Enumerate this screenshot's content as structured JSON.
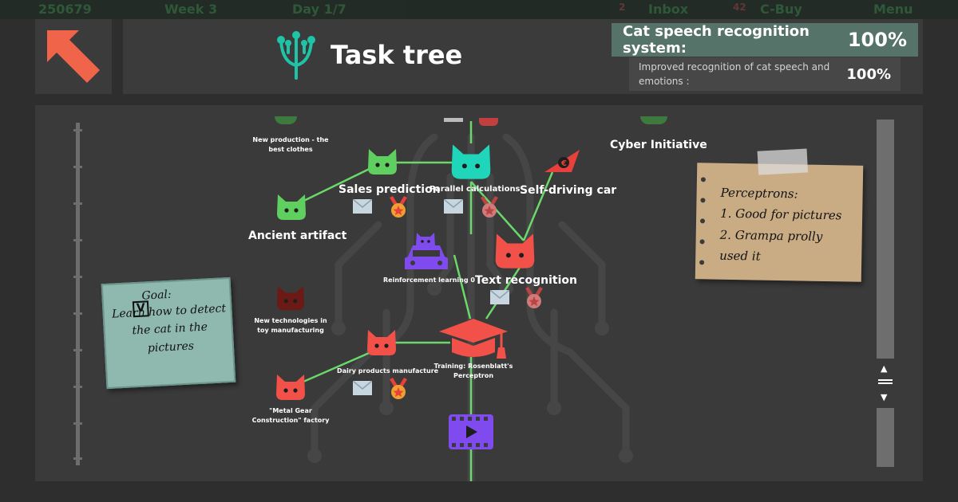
{
  "background_hud": {
    "money": "250679",
    "week": "Week 3",
    "day": "Day 1/7",
    "inbox_count": "2",
    "inbox_label": "Inbox",
    "shop_count": "42",
    "shop_label": "C-Buy",
    "menu_label": "Menu"
  },
  "header": {
    "title": "Task tree",
    "goal_label": "Cat speech recognition system:",
    "goal_value": "100%",
    "sub_label": "Improved recognition of cat speech and emotions :",
    "sub_value": "100%"
  },
  "tree": {
    "nodes": {
      "new_production": "New production - the best clothes",
      "sales_prediction": "Sales prediction",
      "parallel_calculations": "Parallel calculations",
      "self_driving_car": "Self-driving car",
      "cyber_initiative": "Cyber Initiative",
      "ancient_artifact": "Ancient artifact",
      "reinforcement_learning": "Reinforcement learning 0",
      "text_recognition": "Text recognition",
      "new_toy_tech": "New technologies in toy manufacturing",
      "dairy_products": "Dairy products manufacture",
      "training": "Training: Rosenblatt's Perceptron",
      "metal_gear": "\"Metal Gear Construction\" factory"
    }
  },
  "notes": {
    "goal_heading": "Goal:",
    "goal_text": "Learn how to detect the cat in the pictures",
    "perceptron_text": "Perceptrons:\n1. Good for pictures\n2. Grampa prolly\nused it"
  },
  "colors": {
    "green_node": "#5fcf5f",
    "teal_node": "#1fd6bb",
    "red_node": "#f2514a",
    "dark_red_node": "#6b1a16",
    "purple_node": "#7f4bee",
    "edge": "#6bd86b",
    "accent_orange": "#f0644a"
  }
}
